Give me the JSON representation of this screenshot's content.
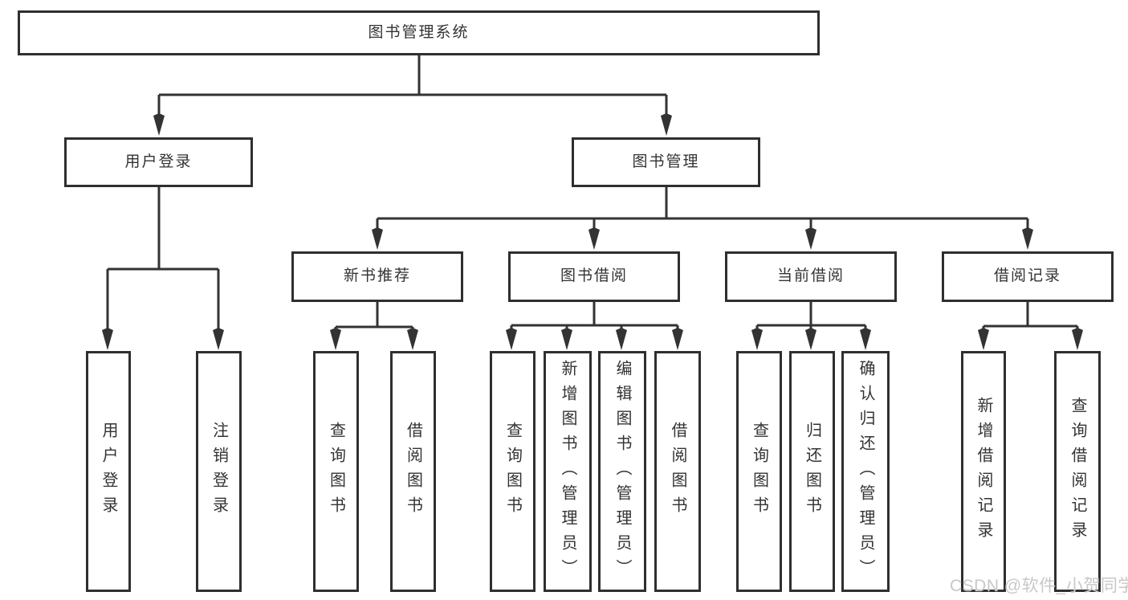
{
  "diagram": {
    "root": {
      "label": "图书管理系统"
    },
    "branches": [
      {
        "label": "用户登录",
        "children": [
          {
            "label": "用户登录"
          },
          {
            "label": "注销登录"
          }
        ]
      },
      {
        "label": "图书管理",
        "children": [
          {
            "label": "新书推荐",
            "children": [
              {
                "label": "查询图书"
              },
              {
                "label": "借阅图书"
              }
            ]
          },
          {
            "label": "图书借阅",
            "children": [
              {
                "label": "查询图书"
              },
              {
                "label": "新增图书（管理员）"
              },
              {
                "label": "编辑图书（管理员）"
              },
              {
                "label": "借阅图书"
              }
            ]
          },
          {
            "label": "当前借阅",
            "children": [
              {
                "label": "查询图书"
              },
              {
                "label": "归还图书"
              },
              {
                "label": "确认归还（管理员）"
              }
            ]
          },
          {
            "label": "借阅记录",
            "children": [
              {
                "label": "新增借阅记录"
              },
              {
                "label": "查询借阅记录"
              }
            ]
          }
        ]
      }
    ]
  },
  "watermark": {
    "text": "CSDN @软件_小贺同学"
  },
  "colors": {
    "line": "#333333",
    "box_border": "#2f2f2f",
    "box_fill": "#ffffff",
    "text": "#333333",
    "background": "#ffffff",
    "watermark": "#c8c8c8"
  }
}
